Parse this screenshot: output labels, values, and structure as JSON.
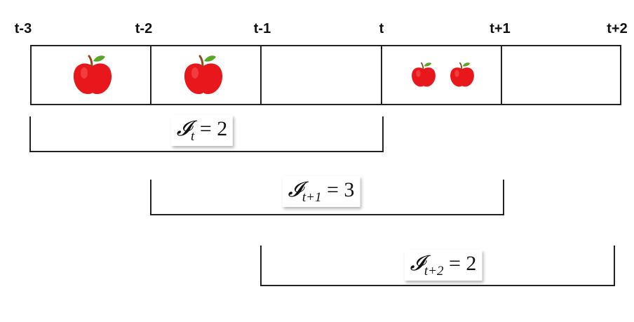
{
  "time_labels": [
    "t-3",
    "t-2",
    "t-1",
    "t",
    "t+1",
    "t+2"
  ],
  "apples": {
    "cell_1": 1,
    "cell_2": 1,
    "cell_3": 0,
    "cell_4": 2,
    "cell_5": 0,
    "apple_color": "#e8171b",
    "leaf_color": "#5aa52a",
    "stem_color": "#8a4b1f"
  },
  "windows": [
    {
      "symbol": "𝓘",
      "subscript": "t",
      "equals": "= 2"
    },
    {
      "symbol": "𝓘",
      "subscript": "t+1",
      "equals": "= 3"
    },
    {
      "symbol": "𝓘",
      "subscript": "t+2",
      "equals": "= 2"
    }
  ]
}
